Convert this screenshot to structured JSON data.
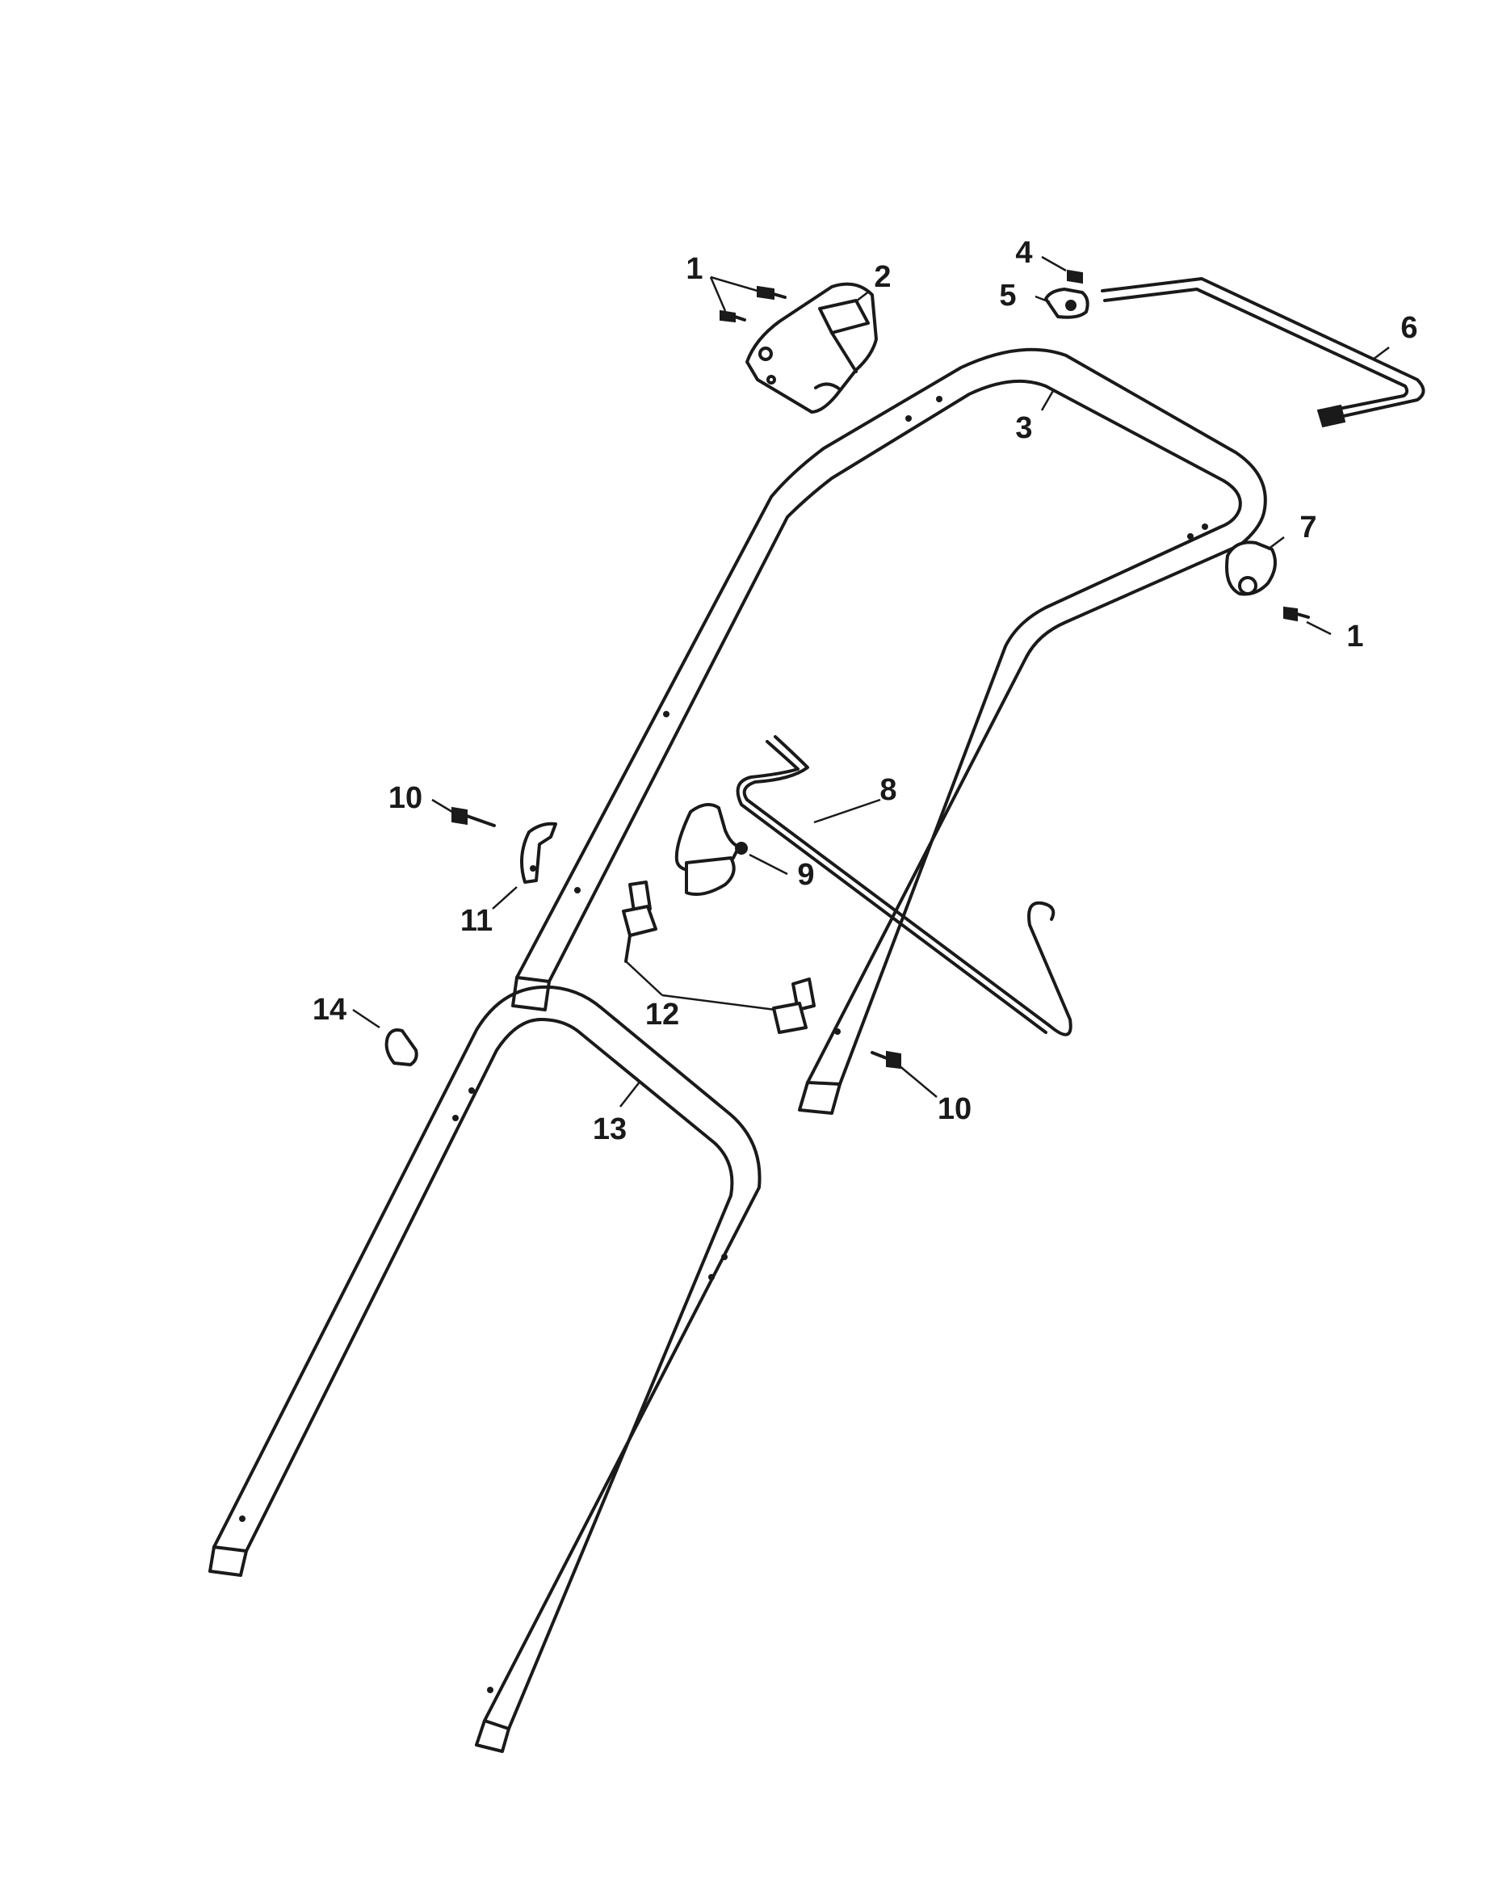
{
  "diagram": {
    "callouts": [
      {
        "id": "c1a",
        "label": "1"
      },
      {
        "id": "c2",
        "label": "2"
      },
      {
        "id": "c4",
        "label": "4"
      },
      {
        "id": "c5",
        "label": "5"
      },
      {
        "id": "c6",
        "label": "6"
      },
      {
        "id": "c3",
        "label": "3"
      },
      {
        "id": "c7",
        "label": "7"
      },
      {
        "id": "c1b",
        "label": "1"
      },
      {
        "id": "c8",
        "label": "8"
      },
      {
        "id": "c10a",
        "label": "10"
      },
      {
        "id": "c9",
        "label": "9"
      },
      {
        "id": "c11",
        "label": "11"
      },
      {
        "id": "c12",
        "label": "12"
      },
      {
        "id": "c14",
        "label": "14"
      },
      {
        "id": "c10b",
        "label": "10"
      },
      {
        "id": "c13",
        "label": "13"
      }
    ]
  }
}
